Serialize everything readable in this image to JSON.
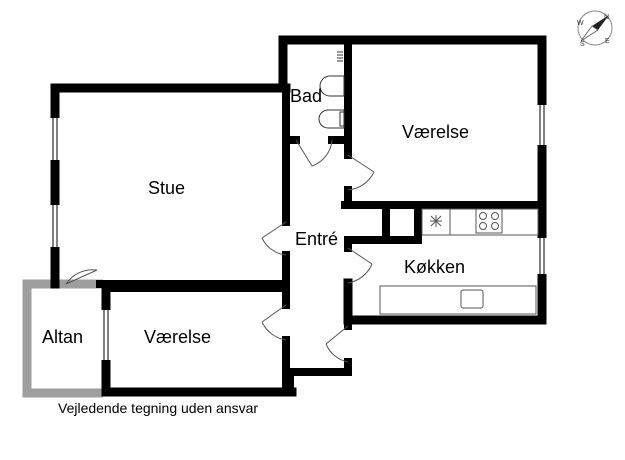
{
  "rooms": {
    "stue": "Stue",
    "bad": "Bad",
    "vaerelse_top": "Værelse",
    "entre": "Entré",
    "kokken": "Køkken",
    "altan": "Altan",
    "vaerelse_bottom": "Værelse"
  },
  "disclaimer": "Vejledende tegning uden ansvar",
  "compass": {
    "n": "N",
    "e": "E",
    "s": "S",
    "w": "W"
  },
  "colors": {
    "wall": "#000000",
    "balcony": "#9e9e9e",
    "line": "#555555",
    "background": "#ffffff"
  }
}
